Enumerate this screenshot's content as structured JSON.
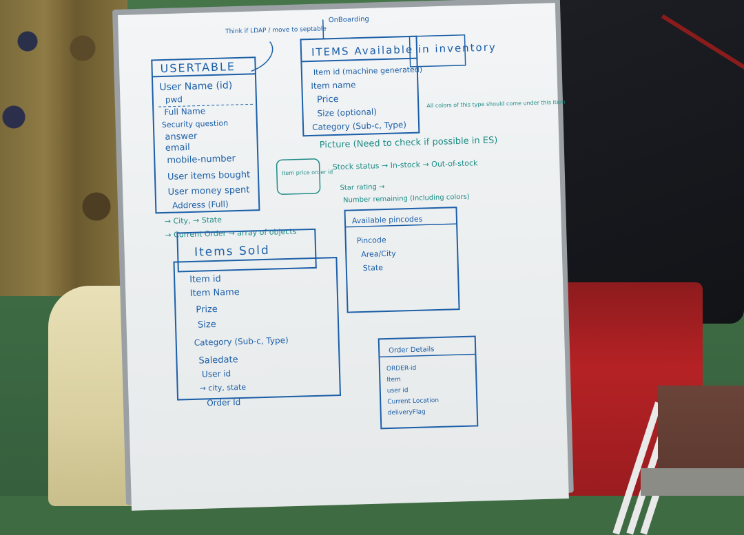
{
  "whiteboard": {
    "user_table": {
      "title": "USERTABLE",
      "fields": [
        "User Name (id)",
        "pwd",
        "Full Name",
        "Security question",
        "answer",
        "email",
        "mobile-number",
        "User items bought",
        "User money spent",
        "Address (Full)"
      ],
      "sub_fields": [
        "→ City, → State",
        "→ Current Order → array of objects"
      ]
    },
    "items_available": {
      "title": "ITEMS Available in inventory",
      "fields": [
        "Item id (machine generated)",
        "Item name",
        "Price",
        "Size (optional)",
        "Category (Sub-c, Type)"
      ],
      "notes": [
        "Picture (Need to check if possible in ES)",
        "Stock status → In-stock → Out-of-stock",
        "Star rating →",
        "Number remaining (Including colors)"
      ]
    },
    "annotations": {
      "onboarding": "OnBoarding",
      "think": "Think if LDAP / move to septable",
      "all_colors": "All colors of this type should come under this item",
      "item_box": "Item price order id"
    },
    "items_sold": {
      "title": "Items Sold",
      "fields": [
        "Item id",
        "Item Name",
        "Prize",
        "Size",
        "Category (Sub-c, Type)",
        "Saledate",
        "User id",
        "→ city, state",
        "Order Id"
      ]
    },
    "available_pincodes": {
      "title": "Available pincodes",
      "fields": [
        "Pincode",
        "Area/City",
        "State"
      ]
    },
    "order_details": {
      "title": "Order Details",
      "fields": [
        "ORDER-id",
        "Item",
        "user id",
        "Current Location",
        "deliveryFlag"
      ]
    }
  }
}
